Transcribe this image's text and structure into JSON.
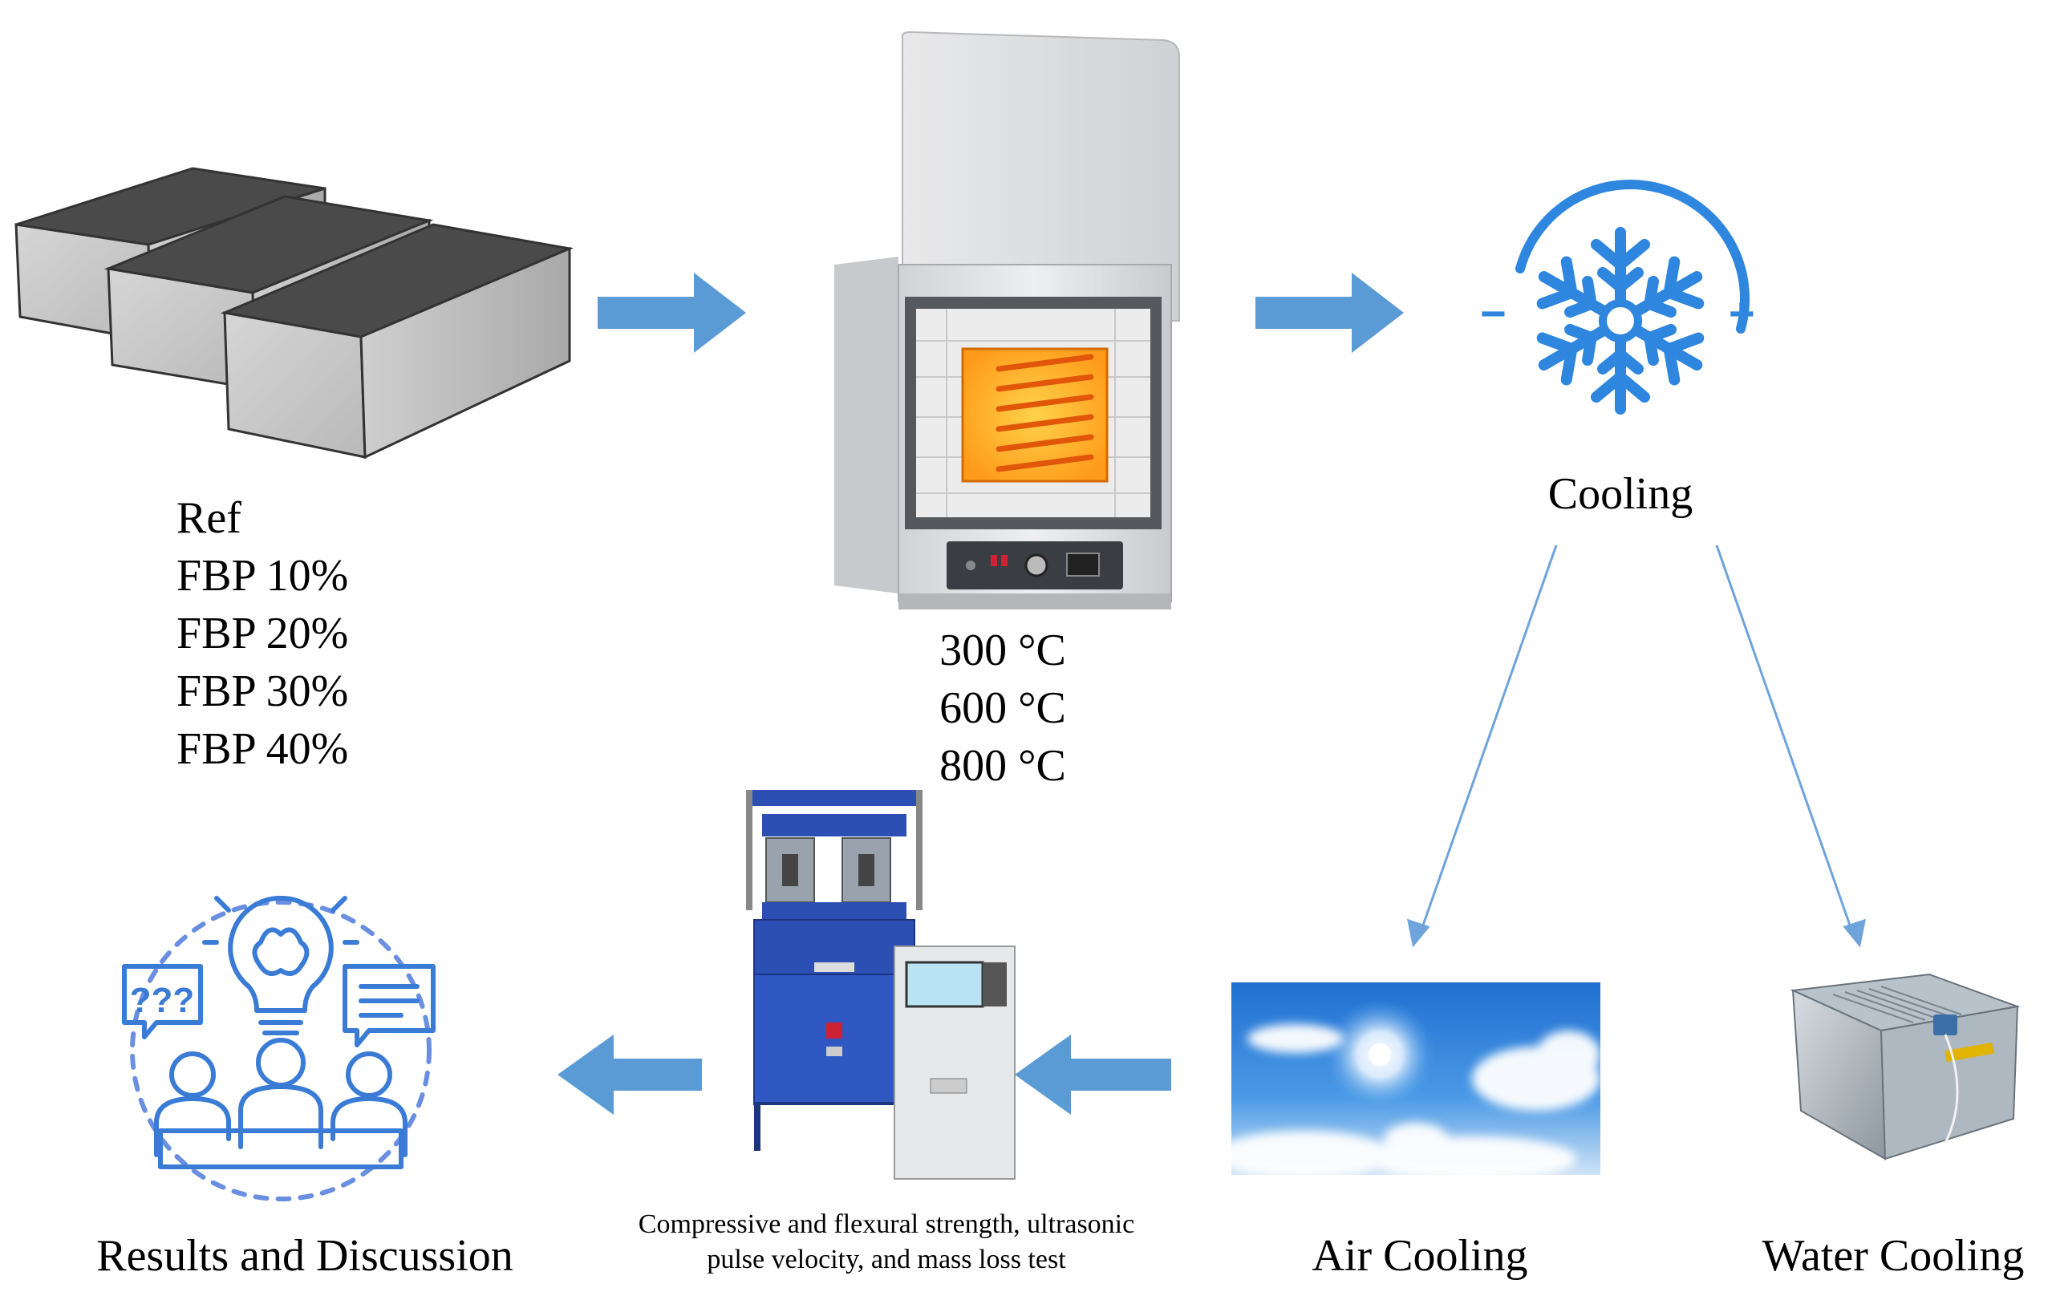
{
  "specimens": {
    "labels": [
      "Ref",
      "FBP 10%",
      "FBP 20%",
      "FBP 30%",
      "FBP 40%"
    ]
  },
  "furnace": {
    "temperatures": [
      "300 °C",
      "600 °C",
      "800 °C"
    ]
  },
  "cooling": {
    "label": "Cooling",
    "icon_minus": "−",
    "icon_plus": "+"
  },
  "air_cooling": {
    "label": "Air Cooling"
  },
  "water_cooling": {
    "label": "Water Cooling"
  },
  "testing": {
    "line1": "Compressive and flexural strength, ultrasonic",
    "line2": "pulse velocity, and mass loss test"
  },
  "results": {
    "label": "Results and Discussion",
    "bubble_text": "???"
  },
  "colors": {
    "arrow": "#5b9bd5",
    "thin_arrow": "#6fa3dc",
    "snowflake": "#2e86de",
    "results_icon": "#3a7bd5",
    "sky": "#3d8fe0",
    "machine_blue": "#2b4fb3"
  }
}
